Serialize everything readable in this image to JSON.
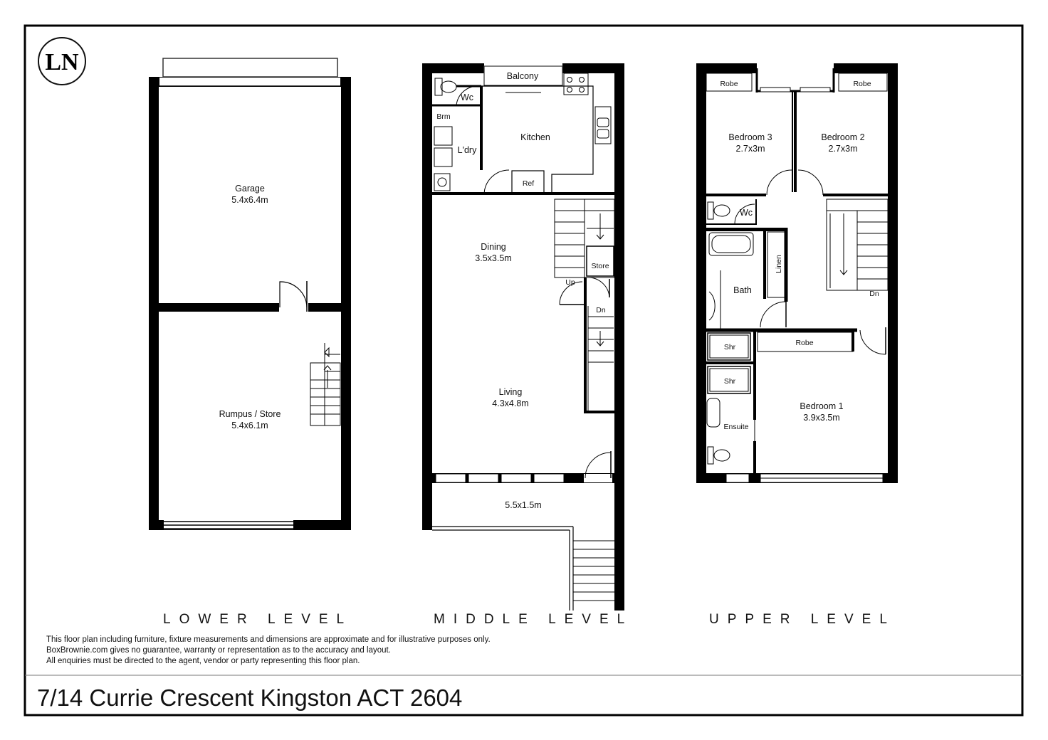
{
  "logo": {
    "text": "LN"
  },
  "lower_level": {
    "heading": "LOWER LEVEL",
    "garage": {
      "name": "Garage",
      "size": "5.4x6.4m"
    },
    "rumpus": {
      "name": "Rumpus / Store",
      "size": "5.4x6.1m"
    }
  },
  "middle_level": {
    "heading": "MIDDLE LEVEL",
    "balcony": "Balcony",
    "wc": "Wc",
    "brm": "Brm",
    "laundry": "L'dry",
    "kitchen": "Kitchen",
    "ref": "Ref",
    "dining": {
      "name": "Dining",
      "size": "3.5x3.5m"
    },
    "store": "Store",
    "up": "Up",
    "dn": "Dn",
    "living": {
      "name": "Living",
      "size": "4.3x4.8m"
    },
    "deck_size": "5.5x1.5m"
  },
  "upper_level": {
    "heading": "UPPER LEVEL",
    "robe_left": "Robe",
    "robe_right": "Robe",
    "bedroom3": {
      "name": "Bedroom 3",
      "size": "2.7x3m"
    },
    "bedroom2": {
      "name": "Bedroom 2",
      "size": "2.7x3m"
    },
    "wc": "Wc",
    "linen": "Linen",
    "bath": "Bath",
    "dn": "Dn",
    "shr1": "Shr",
    "shr2": "Shr",
    "robe_bed1": "Robe",
    "ensuite": "Ensuite",
    "bedroom1": {
      "name": "Bedroom 1",
      "size": "3.9x3.5m"
    }
  },
  "disclaimer": [
    "This floor plan including furniture, fixture measurements and dimensions are approximate and for illustrative purposes only.",
    "BoxBrownie.com gives no guarantee, warranty or representation as to the accuracy and layout.",
    "All enquiries must be directed to the agent, vendor or party representing this floor plan."
  ],
  "address": "7/14 Currie Crescent Kingston ACT 2604"
}
